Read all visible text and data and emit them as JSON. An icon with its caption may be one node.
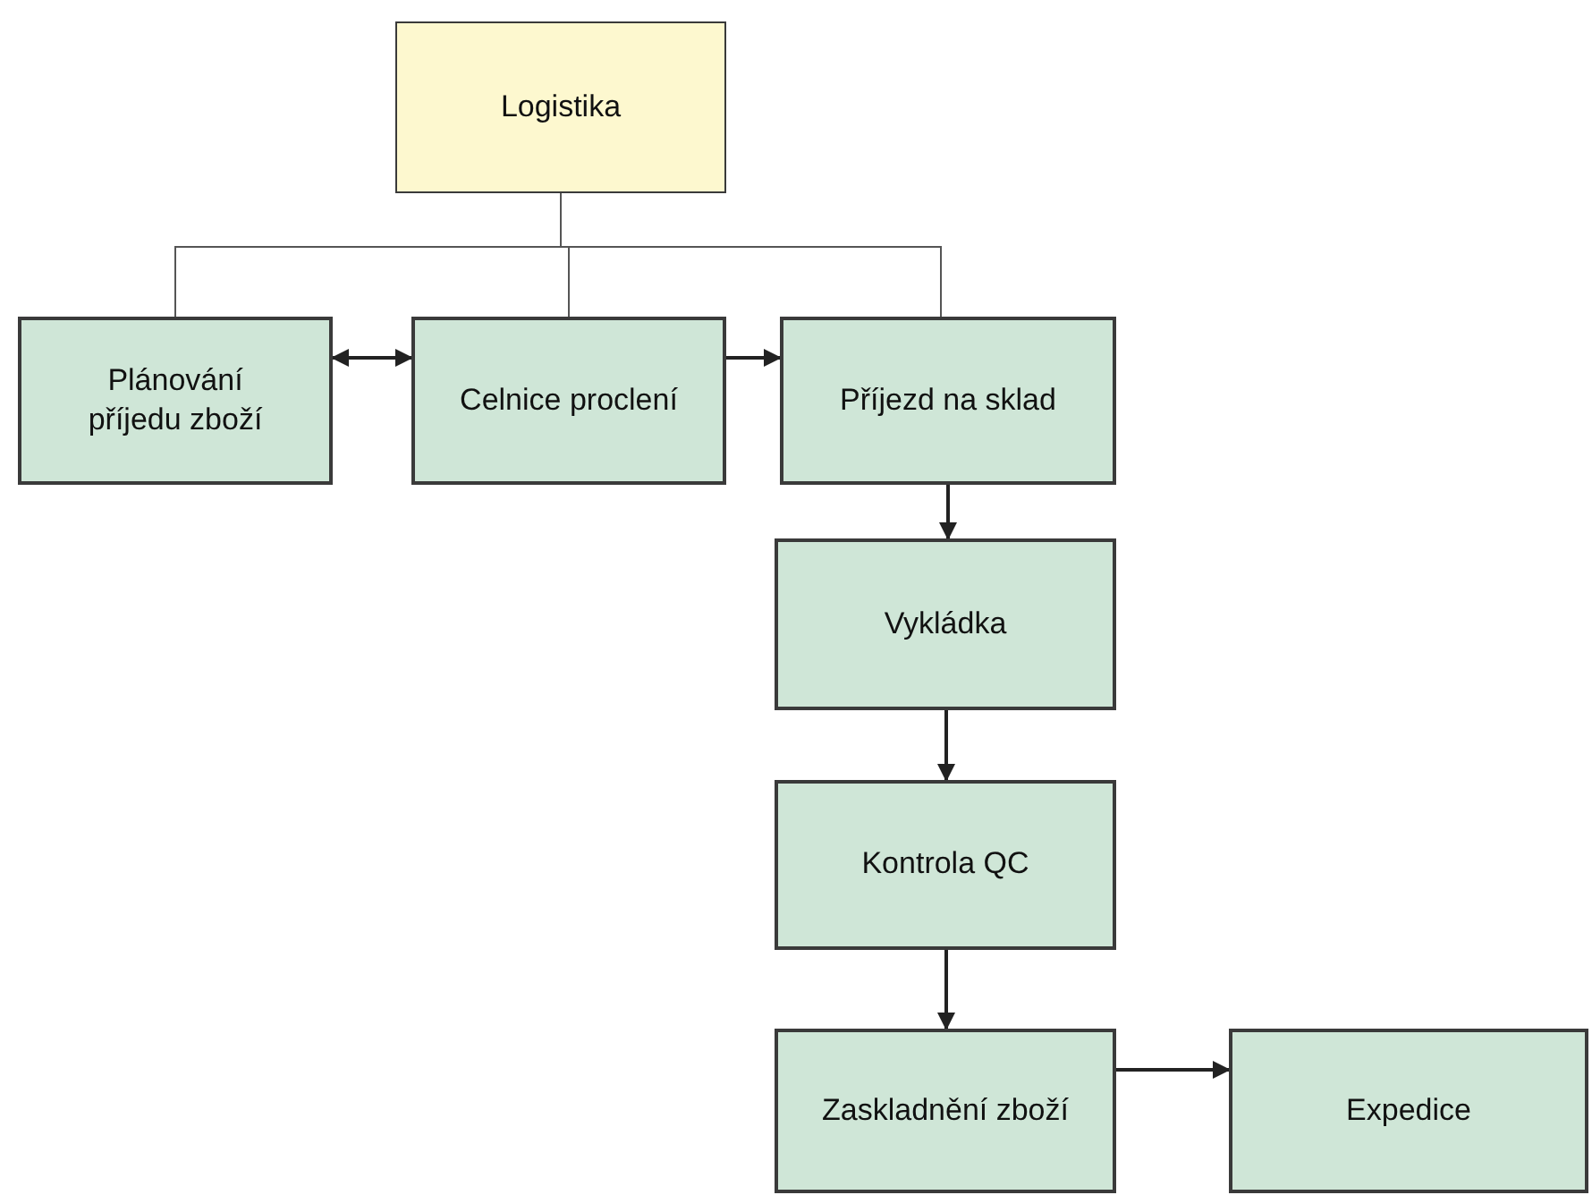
{
  "diagram": {
    "nodes": [
      {
        "text": [
          "Logistika"
        ]
      },
      {
        "text": [
          "Plánování příjedu zboží"
        ]
      },
      {
        "text": [
          "Celnice proclení"
        ]
      },
      {
        "text": [
          "Příjezd na sklad"
        ]
      },
      {
        "text": [
          "Vykládka"
        ]
      },
      {
        "text": [
          "Kontrola QC"
        ]
      },
      {
        "text": [
          "Zaskladnění zboží"
        ]
      },
      {
        "text": [
          "Expedice"
        ]
      }
    ],
    "edges": [
      {
        "from": 0,
        "to": 1,
        "arrow": "none"
      },
      {
        "from": 0,
        "to": 2,
        "arrow": "none"
      },
      {
        "from": 0,
        "to": 3,
        "arrow": "none"
      },
      {
        "from": 1,
        "to": 2,
        "arrow": "both"
      },
      {
        "from": 2,
        "to": 3,
        "arrow": "to"
      },
      {
        "from": 3,
        "to": 4,
        "arrow": "to"
      },
      {
        "from": 4,
        "to": 5,
        "arrow": "to"
      },
      {
        "from": 5,
        "to": 6,
        "arrow": "to"
      },
      {
        "from": 6,
        "to": 7,
        "arrow": "to"
      }
    ]
  }
}
